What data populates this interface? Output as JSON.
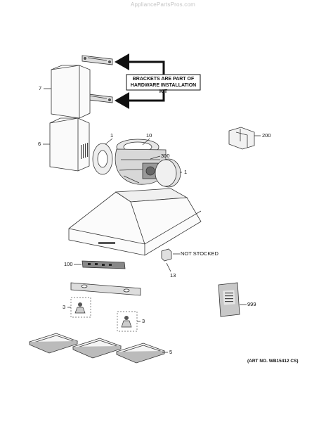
{
  "site_watermark": "AppliancePartsPros.com",
  "callout": {
    "line1": "BRACKETS ARE PART OF",
    "line2": "HARDWARE INSTALLATION KIT"
  },
  "labels": {
    "p7": "7",
    "p6": "6",
    "p1a": "1",
    "p10": "10",
    "p300": "300",
    "p1b": "1",
    "p200": "200",
    "not_stocked": "NOT STOCKED",
    "p13": "13",
    "p100": "100",
    "p999": "999",
    "p3a": "3",
    "p3b": "3",
    "p5": "5"
  },
  "art_number": "(ART NO. WB15412 CS)"
}
